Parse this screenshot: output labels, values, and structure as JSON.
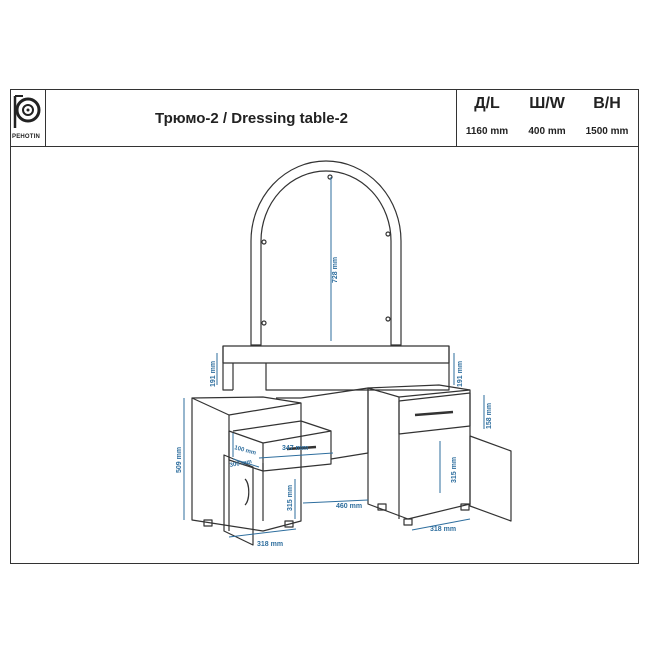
{
  "header": {
    "logo_text": "PEHOTIN",
    "title": "Трюмо-2 / Dressing table-2",
    "dims": [
      {
        "label": "Д/L",
        "value": "1160 mm"
      },
      {
        "label": "Ш/W",
        "value": "400 mm"
      },
      {
        "label": "В/H",
        "value": "1500 mm"
      }
    ]
  },
  "drawing": {
    "dimension_color": "#2e6e9e",
    "labels": {
      "mirror_height": "728 mm",
      "top_height_left": "191 mm",
      "top_height_right": "191 mm",
      "drawer_height_right": "158 mm",
      "cabinet_height": "509 mm",
      "drawer_depth_left": "100 mm",
      "drawer_width": "347 mm",
      "drawer_inner_depth": "300 mm",
      "shelf_height_left": "315 mm",
      "shelf_height_right": "315 mm",
      "gap_width": "460 mm",
      "cabinet_width_left": "318 mm",
      "cabinet_width_right": "318 mm"
    }
  }
}
